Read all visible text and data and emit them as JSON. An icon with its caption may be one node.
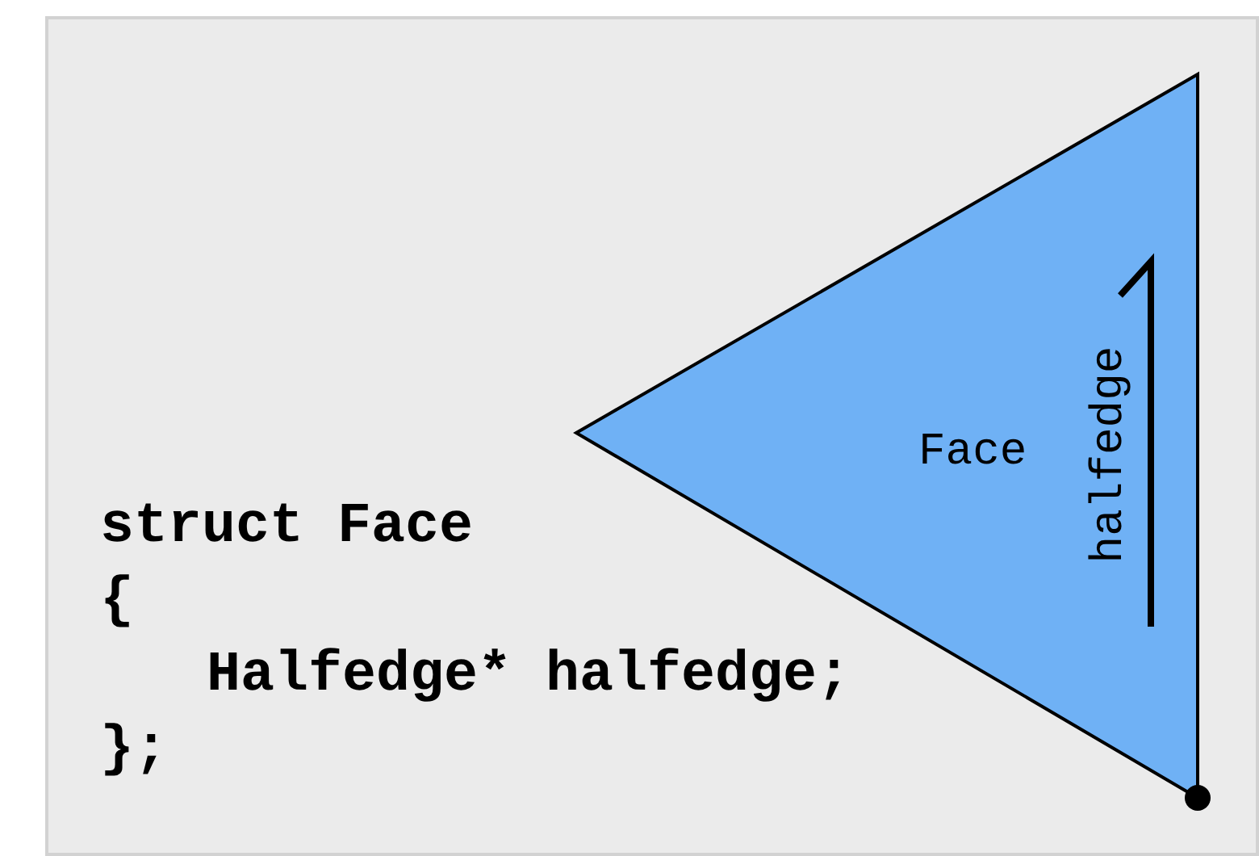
{
  "diagram": {
    "nodes": [
      {
        "text": [
          "Face"
        ]
      }
    ],
    "labels": [
      "halfedge",
      "struct Face",
      "{",
      "Halfedge* halfedge;",
      "};"
    ]
  }
}
